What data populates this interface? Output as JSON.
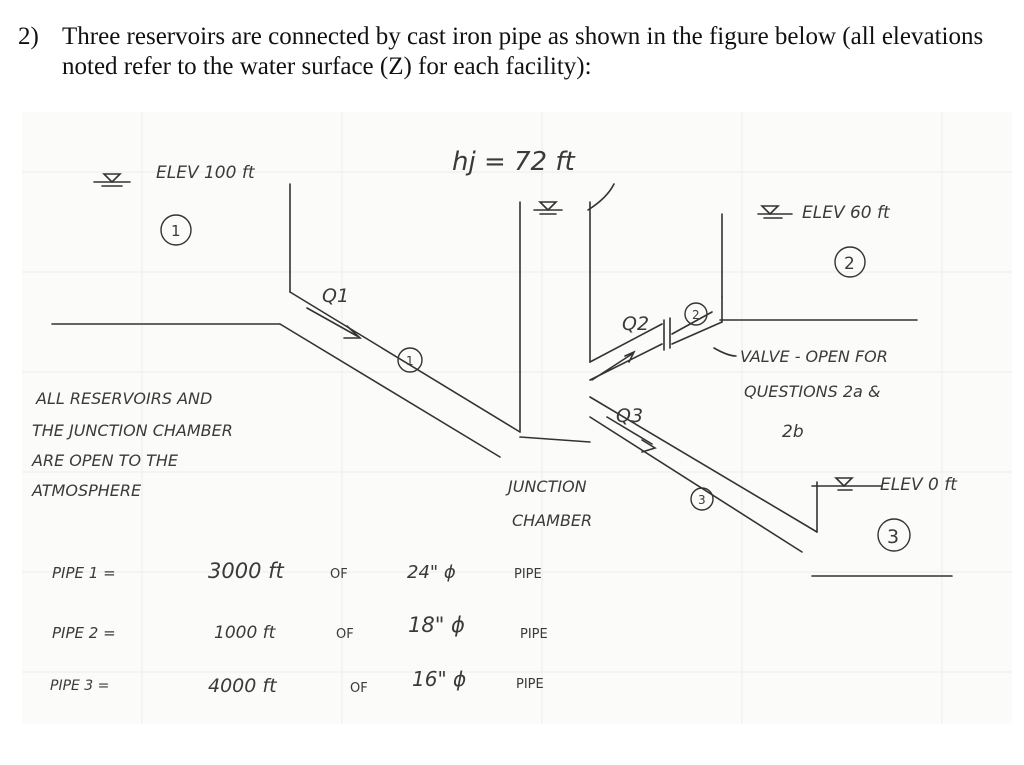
{
  "problem": {
    "number": "2)",
    "text": "Three reservoirs are connected by cast iron pipe as shown in the figure below (all elevations noted refer to the water surface (Z) for each facility):"
  },
  "figure": {
    "reservoir_1": {
      "elevation_label": "ELEV 100 ft",
      "marker": "1"
    },
    "reservoir_2": {
      "elevation_label": "ELEV 60 ft",
      "marker": "2"
    },
    "reservoir_3": {
      "elevation_label": "ELEV 0 ft",
      "marker": "3"
    },
    "junction": {
      "head_label": "hj = 72 ft",
      "label_line1": "JUNCTION",
      "label_line2": "CHAMBER"
    },
    "flows": {
      "q1": "Q1",
      "q2": "Q2",
      "q3": "Q3"
    },
    "pipe_markers": {
      "p1": "1",
      "p2": "2",
      "p3": "3"
    },
    "valve_note": {
      "line1": "VALVE - OPEN FOR",
      "line2": "QUESTIONS 2a &",
      "line3": "2b"
    },
    "note": {
      "line1": "ALL RESERVOIRS AND",
      "line2": "THE JUNCTION CHAMBER",
      "line3": "ARE OPEN TO THE",
      "line4": "ATMOSPHERE"
    },
    "pipes": [
      {
        "name": "PIPE 1 =",
        "length": "3000 ft",
        "of": "OF",
        "diameter": "24\" ϕ",
        "suffix": "PIPE"
      },
      {
        "name": "PIPE 2 =",
        "length": "1000 ft",
        "of": "OF",
        "diameter": "18\" ϕ",
        "suffix": "PIPE"
      },
      {
        "name": "PIPE 3 =",
        "length": "4000 ft",
        "of": "OF",
        "diameter": "16\" ϕ",
        "suffix": "PIPE"
      }
    ]
  }
}
